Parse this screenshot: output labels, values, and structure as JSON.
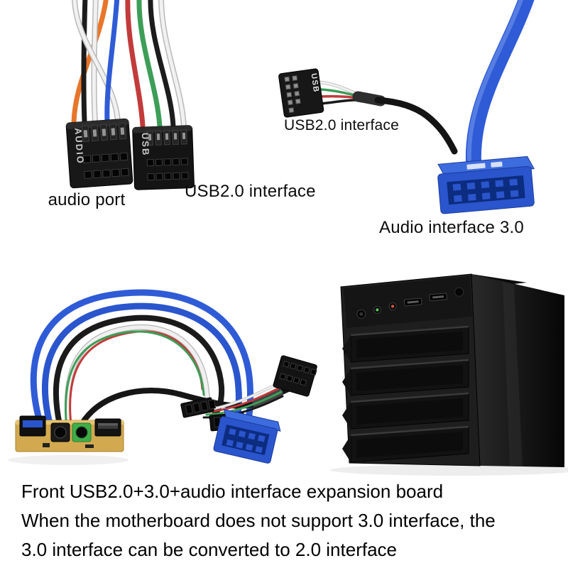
{
  "labels": {
    "audio_port": "audio port",
    "usb2_interface_left": "USB2.0 interface",
    "usb2_interface_right": "USB2.0 interface",
    "audio_interface_3": "Audio interface 3.0"
  },
  "connector_print": {
    "audio_connector": "AUDIO",
    "usb_connector": "USB",
    "small_usb_connector": "USB"
  },
  "caption": {
    "line1": "Front USB2.0+3.0+audio interface expansion board",
    "line2": "When the motherboard does not support 3.0 interface, the",
    "line3": "3.0 interface can be converted to 2.0 interface"
  },
  "colors": {
    "usb3_blue": "#2a55cc",
    "cable_blue": "#2f5bd6",
    "pcb_gold": "#d2a94f",
    "audio_jack_green": "#3fae4a",
    "wire_orange": "#e8762a",
    "wire_red": "#c23b3b",
    "wire_green": "#3d9e57",
    "case_black": "#121212",
    "background": "#ffffff"
  }
}
